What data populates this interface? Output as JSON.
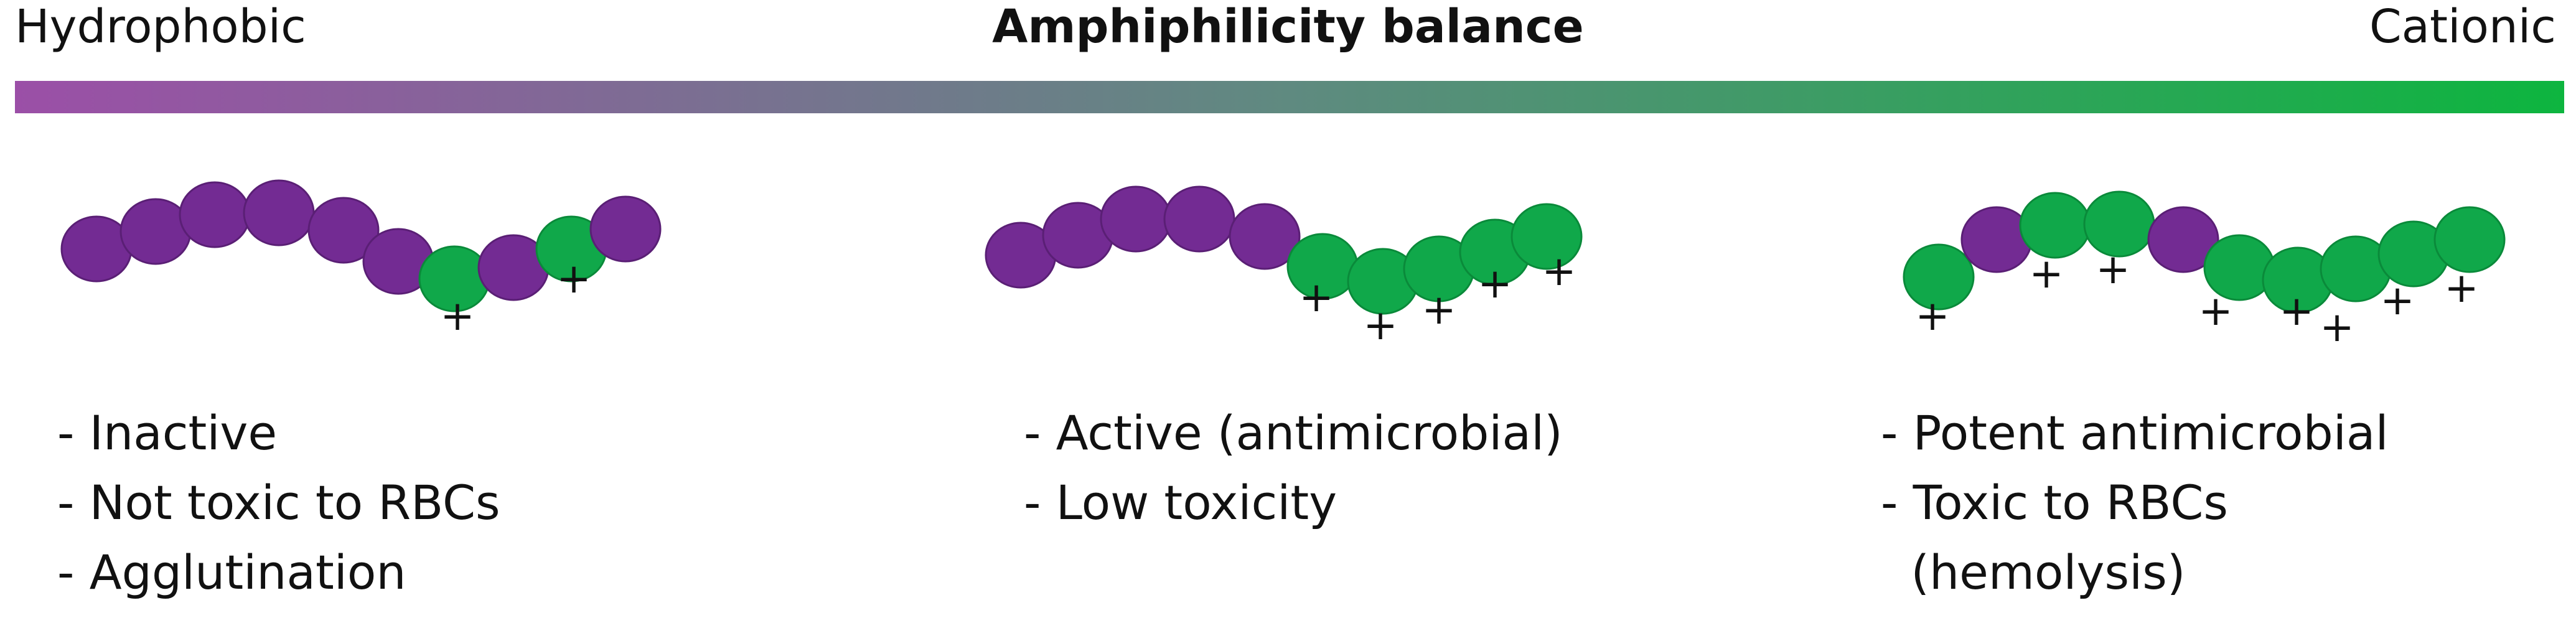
{
  "header": {
    "left_label": "Hydrophobic",
    "center_label": "Amphiphilicity balance",
    "right_label": "Cationic"
  },
  "colors": {
    "hydrophobic": "#732b93",
    "cationic": "#10a84a",
    "gradient_start": "#9b4fa7",
    "gradient_mid": "#5f8a80",
    "gradient_end": "#0db53f"
  },
  "plus_symbol": "+",
  "peptides": [
    {
      "sequence": [
        "H",
        "H",
        "H",
        "H",
        "H",
        "H",
        "C",
        "H",
        "C",
        "H"
      ]
    },
    {
      "sequence": [
        "H",
        "H",
        "H",
        "H",
        "H",
        "C",
        "C",
        "C",
        "C",
        "C"
      ]
    },
    {
      "sequence": [
        "C",
        "H",
        "C",
        "C",
        "H",
        "C",
        "C",
        "C",
        "C",
        "C"
      ]
    }
  ],
  "descriptions": [
    {
      "lines": [
        "- Inactive",
        "- Not toxic to RBCs",
        "- Agglutination"
      ]
    },
    {
      "lines": [
        "- Active (antimicrobial)",
        "- Low toxicity"
      ]
    },
    {
      "lines": [
        "- Potent antimicrobial",
        "- Toxic to RBCs",
        "  (hemolysis)"
      ]
    }
  ]
}
